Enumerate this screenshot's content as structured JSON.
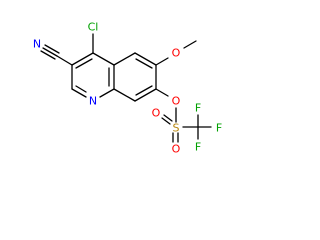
{
  "molecule": {
    "atom_labels": {
      "nitrile_n": "N",
      "chloro": "Cl",
      "methoxy_o": "O",
      "ring_n": "N",
      "ester_o": "O",
      "sulfur": "S",
      "sulfonyl_o_top": "O",
      "sulfonyl_o_bottom": "O",
      "fluorine_top": "F",
      "fluorine_right": "F",
      "fluorine_bottom": "F"
    },
    "colors": {
      "bond": "#000000",
      "nitrogen": "#0000ff",
      "oxygen": "#ff0000",
      "chlorine": "#00a000",
      "sulfur": "#b8860b",
      "fluorine": "#00a000"
    }
  }
}
